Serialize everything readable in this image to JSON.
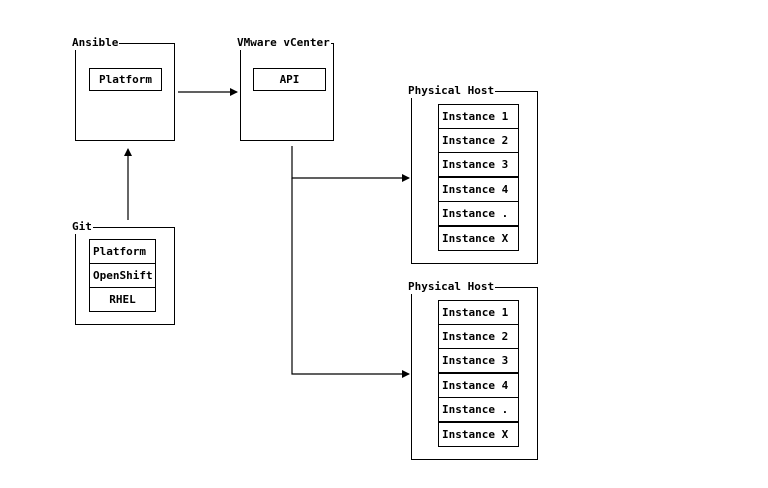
{
  "ansible": {
    "title": "Ansible",
    "items": [
      "Platform"
    ]
  },
  "vcenter": {
    "title": "VMware vCenter",
    "items": [
      "API"
    ]
  },
  "git": {
    "title": "Git",
    "items": [
      "Platform",
      "OpenShift",
      "RHEL"
    ]
  },
  "host1": {
    "title": "Physical Host",
    "instances": [
      "Instance 1",
      "Instance 2",
      "Instance 3",
      "Instance 4",
      "Instance .",
      "Instance X"
    ]
  },
  "host2": {
    "title": "Physical Host",
    "instances": [
      "Instance 1",
      "Instance 2",
      "Instance 3",
      "Instance 4",
      "Instance .",
      "Instance X"
    ]
  },
  "edges": [
    {
      "from": "ansible",
      "to": "vcenter"
    },
    {
      "from": "git",
      "to": "ansible"
    },
    {
      "from": "vcenter",
      "to": "host1"
    },
    {
      "from": "vcenter",
      "to": "host2"
    }
  ]
}
